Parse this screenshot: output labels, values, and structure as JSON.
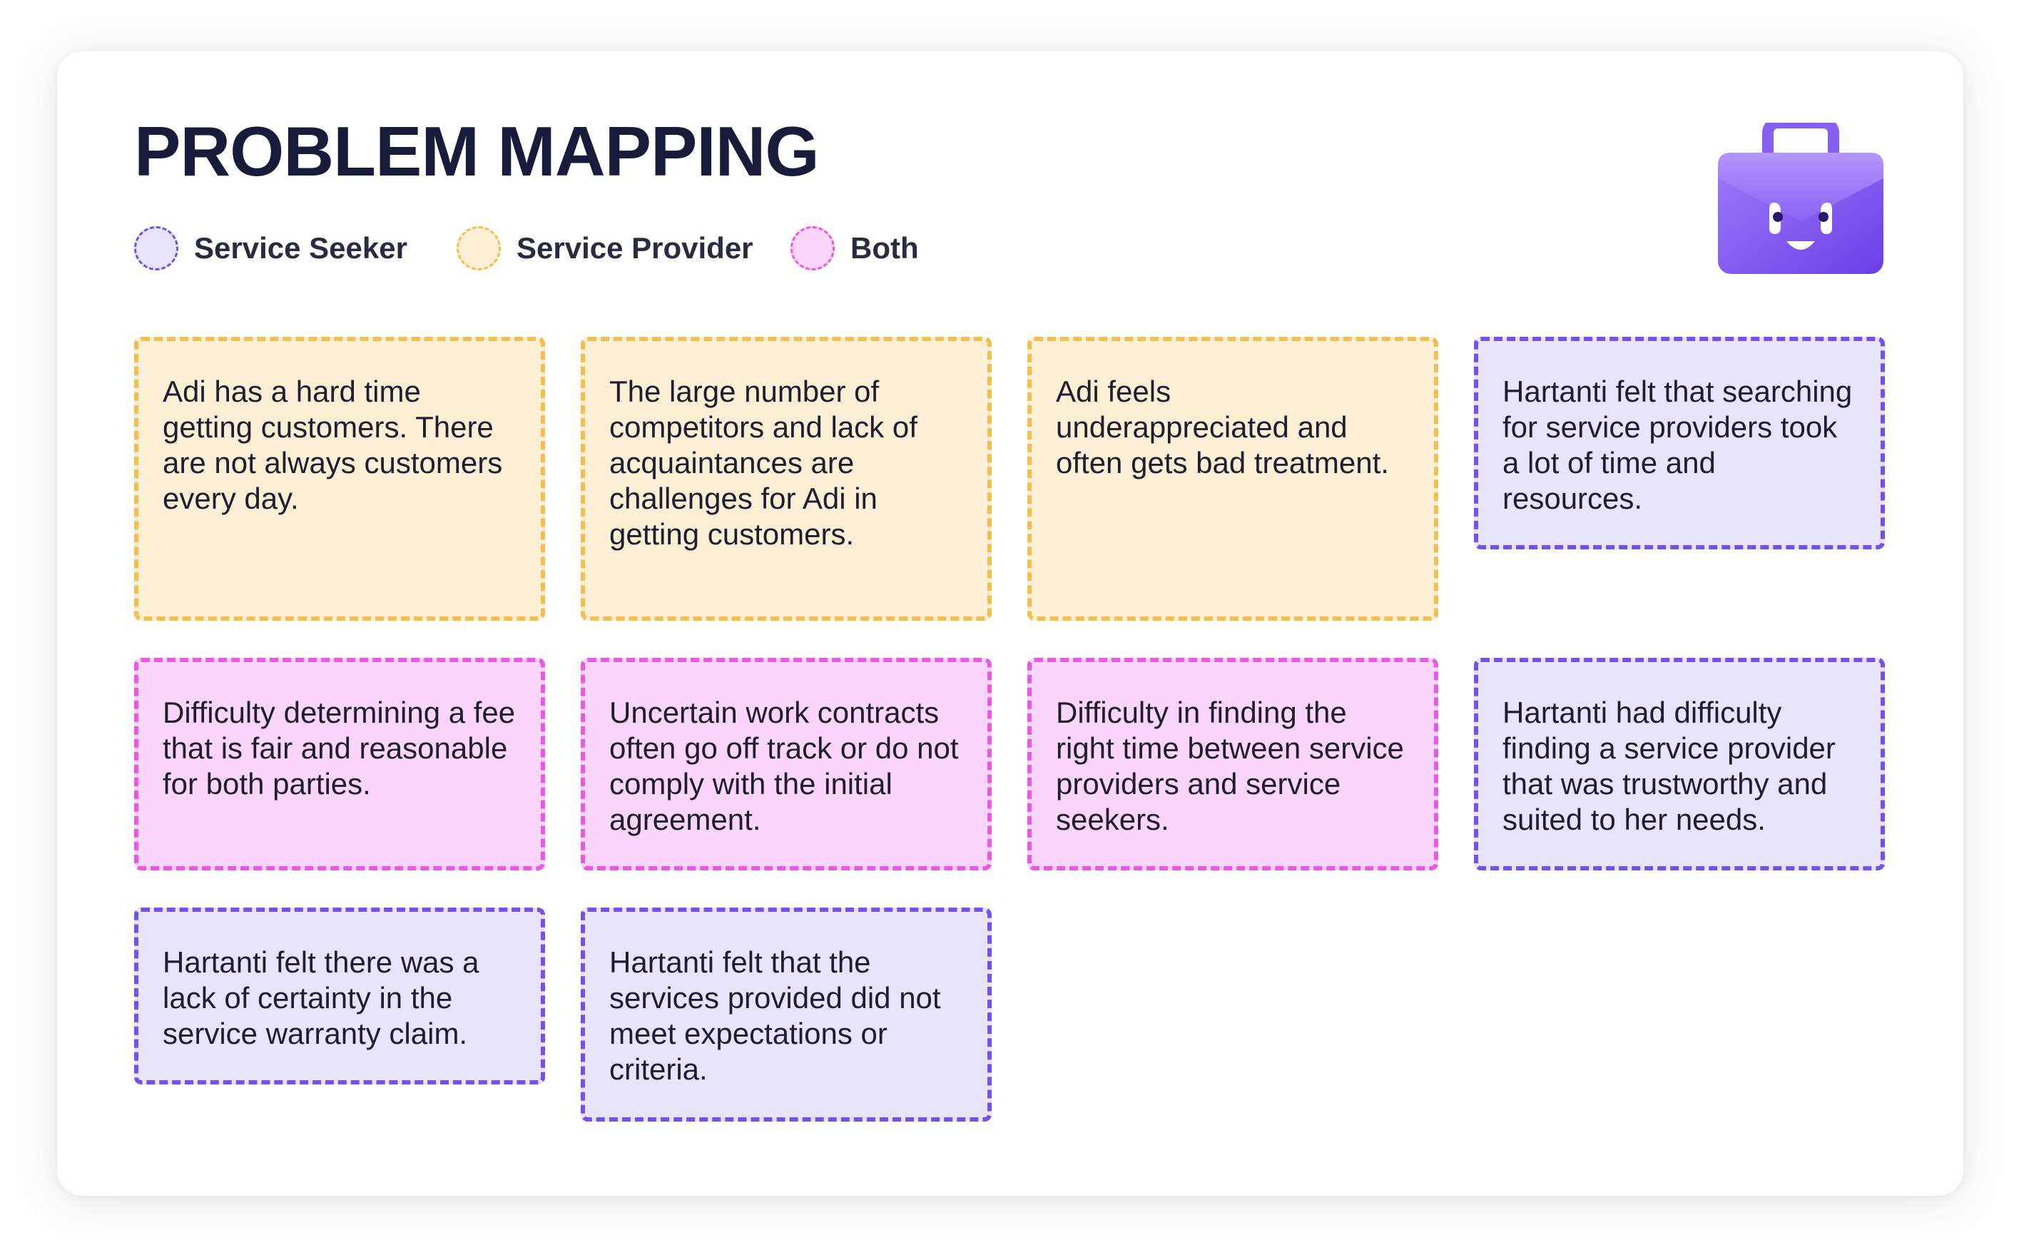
{
  "title": "PROBLEM MAPPING",
  "legend": [
    {
      "label": "Service Seeker",
      "key": "seeker"
    },
    {
      "label": "Service Provider",
      "key": "provider"
    },
    {
      "label": "Both",
      "key": "both"
    }
  ],
  "colors": {
    "seeker_fill": "#E7E4FC",
    "seeker_border": "#7452E8",
    "provider_fill": "#FDEFD6",
    "provider_border": "#F2C04E",
    "both_fill": "#FBD5FB",
    "both_border": "#EB58E3",
    "title": "#1A1A3A",
    "mascot": "#7E55F0"
  },
  "notes": [
    {
      "text": "Adi has a hard time getting customers. There are not always customers every day.",
      "category": "provider"
    },
    {
      "text": "The large number of competitors and lack of acquaintances are challenges for Adi in getting customers.",
      "category": "provider"
    },
    {
      "text": "Adi feels underappreciated and often gets bad treatment.",
      "category": "provider"
    },
    {
      "text": "Hartanti felt that searching for service providers took a lot of time and resources.",
      "category": "seeker"
    },
    {
      "text": "Difficulty determining a fee that is fair and reasonable for both parties.",
      "category": "both"
    },
    {
      "text": "Uncertain work contracts often go off track or do not comply with the initial agreement.",
      "category": "both"
    },
    {
      "text": "Difficulty in finding the right time between service providers and service seekers.",
      "category": "both"
    },
    {
      "text": "Hartanti had difficulty finding a service provider that was trustworthy and suited to her needs.",
      "category": "seeker"
    },
    {
      "text": "Hartanti felt there was a lack of certainty in the service warranty claim.",
      "category": "seeker"
    },
    {
      "text": "Hartanti felt that the services provided did not meet expectations or criteria.",
      "category": "seeker"
    }
  ],
  "icons": {
    "mascot": "briefcase-mascot-icon"
  }
}
